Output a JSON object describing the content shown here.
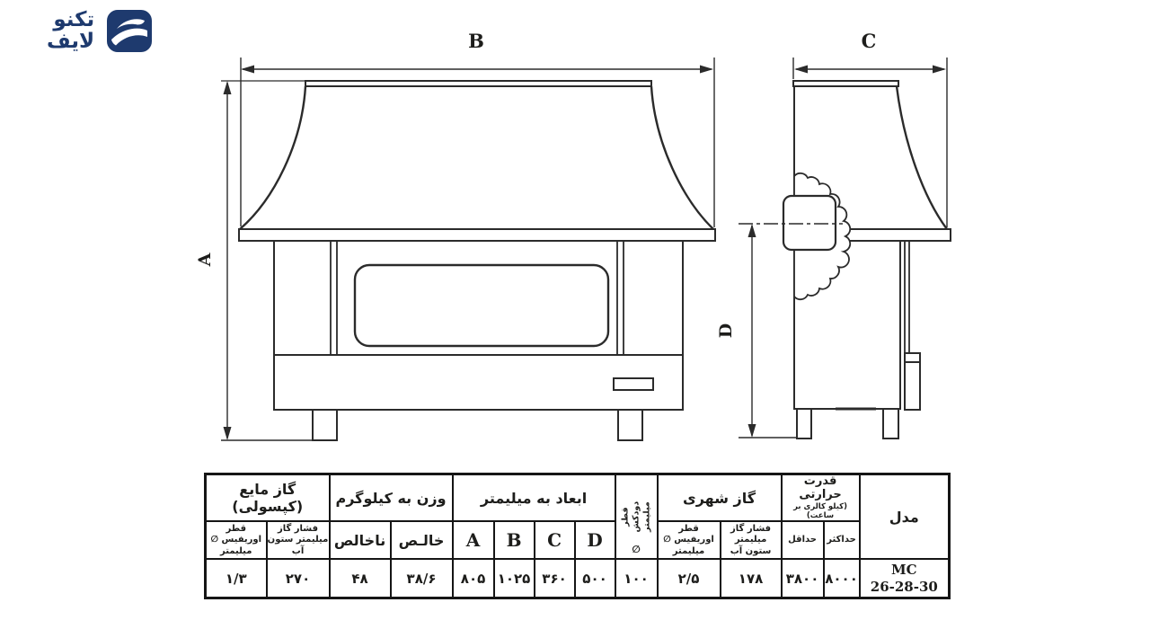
{
  "logo": {
    "line1": "تکنو",
    "line2": "لایف"
  },
  "diagram": {
    "front": {
      "width_label": "B",
      "height_label": "A"
    },
    "side": {
      "depth_label": "C",
      "flue_height_label": "D"
    }
  },
  "table": {
    "headers": {
      "lpg": "گاز مایع (کپسولی)",
      "weight": "وزن به کیلوگرم",
      "dims": "ابعاد به میلیمتر",
      "chimney_line1": "قطر دودکش",
      "chimney_line2": "میلیمتر",
      "chimney_symbol": "∅",
      "city": "گاز شهری",
      "thermal_line1": "قدرت حرارتی",
      "thermal_line2": "(کیلو کالری بر ساعت)",
      "model": "مدل"
    },
    "subheaders": {
      "orifice_line1": "قطر اوریفیس ∅",
      "orifice_line2": "میلیمتر",
      "pressure_line1": "فشار گاز",
      "pressure_line2": "میلیمتر ستون آب",
      "gross": "ناخالص",
      "net": "خالـص",
      "dim_a": "A",
      "dim_b": "B",
      "dim_c": "C",
      "dim_d": "D",
      "min": "حداقل",
      "max": "حداکثر"
    },
    "values": {
      "lpg_orifice": "۱/۳",
      "lpg_pressure": "۲۷۰",
      "gross": "۴۸",
      "net": "۳۸/۶",
      "a": "۸۰۵",
      "b": "۱۰۲۵",
      "c": "۳۶۰",
      "d": "۵۰۰",
      "chimney": "۱۰۰",
      "city_orifice": "۲/۵",
      "city_pressure": "۱۷۸",
      "min": "۳۸۰۰",
      "max": "۸۰۰۰",
      "model_line1": "MC",
      "model_line2": "26-28-30"
    }
  },
  "colors": {
    "red": "#e8241c",
    "ink": "#1d1d1b",
    "navy": "#1e3a6e"
  }
}
